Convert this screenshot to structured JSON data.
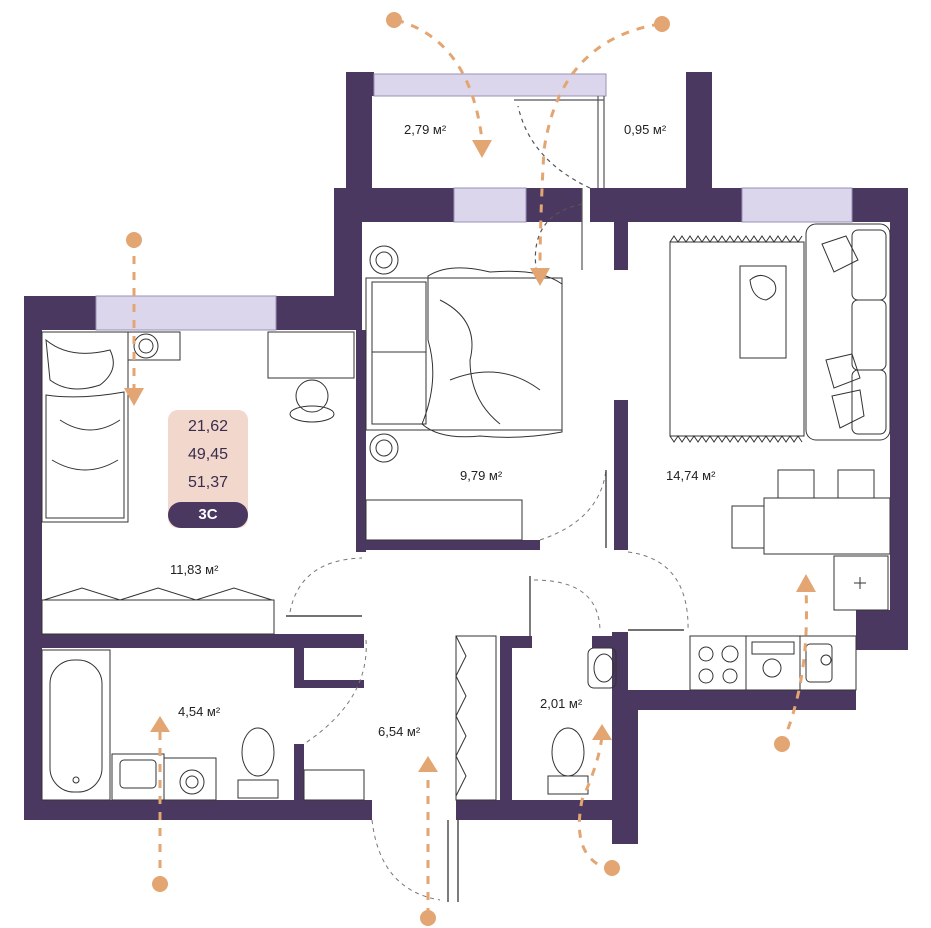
{
  "rooms": {
    "balcony_left": "2,79 м²",
    "balcony_right": "0,95 м²",
    "bedroom_left": "11,83 м²",
    "bedroom_middle": "9,79 м²",
    "living_kitchen": "14,74 м²",
    "bathroom": "4,54 м²",
    "hallway": "6,54 м²",
    "toilet": "2,01 м²"
  },
  "stats": {
    "living_area": "21,62",
    "total_area": "49,45",
    "total_with_balcony": "51,37",
    "apartment_type": "3С"
  },
  "colors": {
    "wall": "#4b3860",
    "window": "#dcd6ec",
    "arrow": "#e3a572",
    "badge": "#f2d7cc",
    "line": "#333333"
  }
}
